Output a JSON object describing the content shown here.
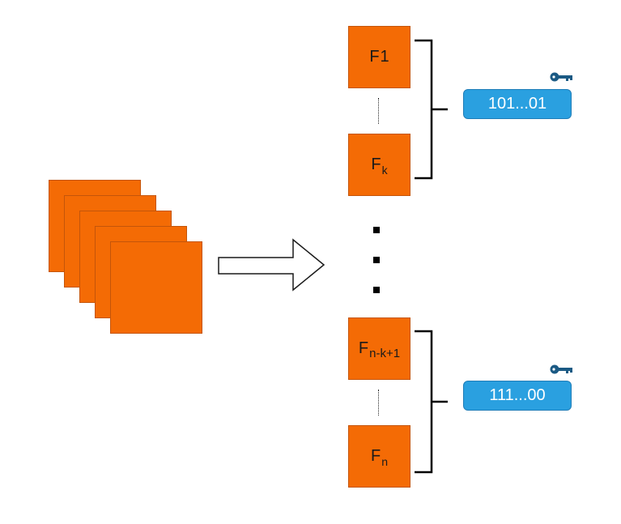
{
  "colors": {
    "frame_fill": "#f46b05",
    "frame_border": "#c4550a",
    "key_fill": "#2aa0e0",
    "key_border": "#1f7db8",
    "key_icon": "#1b5a84",
    "bracket": "#000000"
  },
  "frames_top": [
    {
      "main": "F",
      "sub": "1"
    },
    {
      "main": "F",
      "sub": "k"
    }
  ],
  "frames_bottom": [
    {
      "main": "F",
      "sub": "n-k+1"
    },
    {
      "main": "F",
      "sub": "n"
    }
  ],
  "keys": [
    {
      "value": "101...01",
      "icon": "key-icon"
    },
    {
      "value": "111...00",
      "icon": "key-icon"
    }
  ]
}
